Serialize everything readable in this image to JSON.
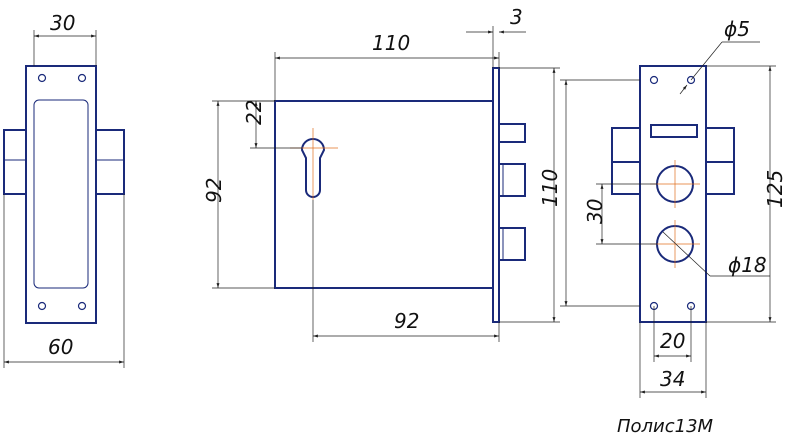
{
  "colors": {
    "outline": "#1a2a7a",
    "dimension": "#222222",
    "axis": "#e07020",
    "background": "#ffffff"
  },
  "left_view": {
    "dim_top": "30",
    "dim_bottom": "60"
  },
  "middle_view": {
    "dim_top": "110",
    "dim_thickness": "3",
    "dim_cyl_offset": "22",
    "dim_height": "92",
    "dim_bottom": "92",
    "dim_right": "110"
  },
  "right_view": {
    "dim_small_hole": "ϕ5",
    "dim_holes_spacing": "30",
    "dim_overall_height": "125",
    "dim_large_hole": "ϕ18",
    "dim_bottom_inner": "20",
    "dim_bottom_outer": "34"
  },
  "caption": "Полис13М"
}
